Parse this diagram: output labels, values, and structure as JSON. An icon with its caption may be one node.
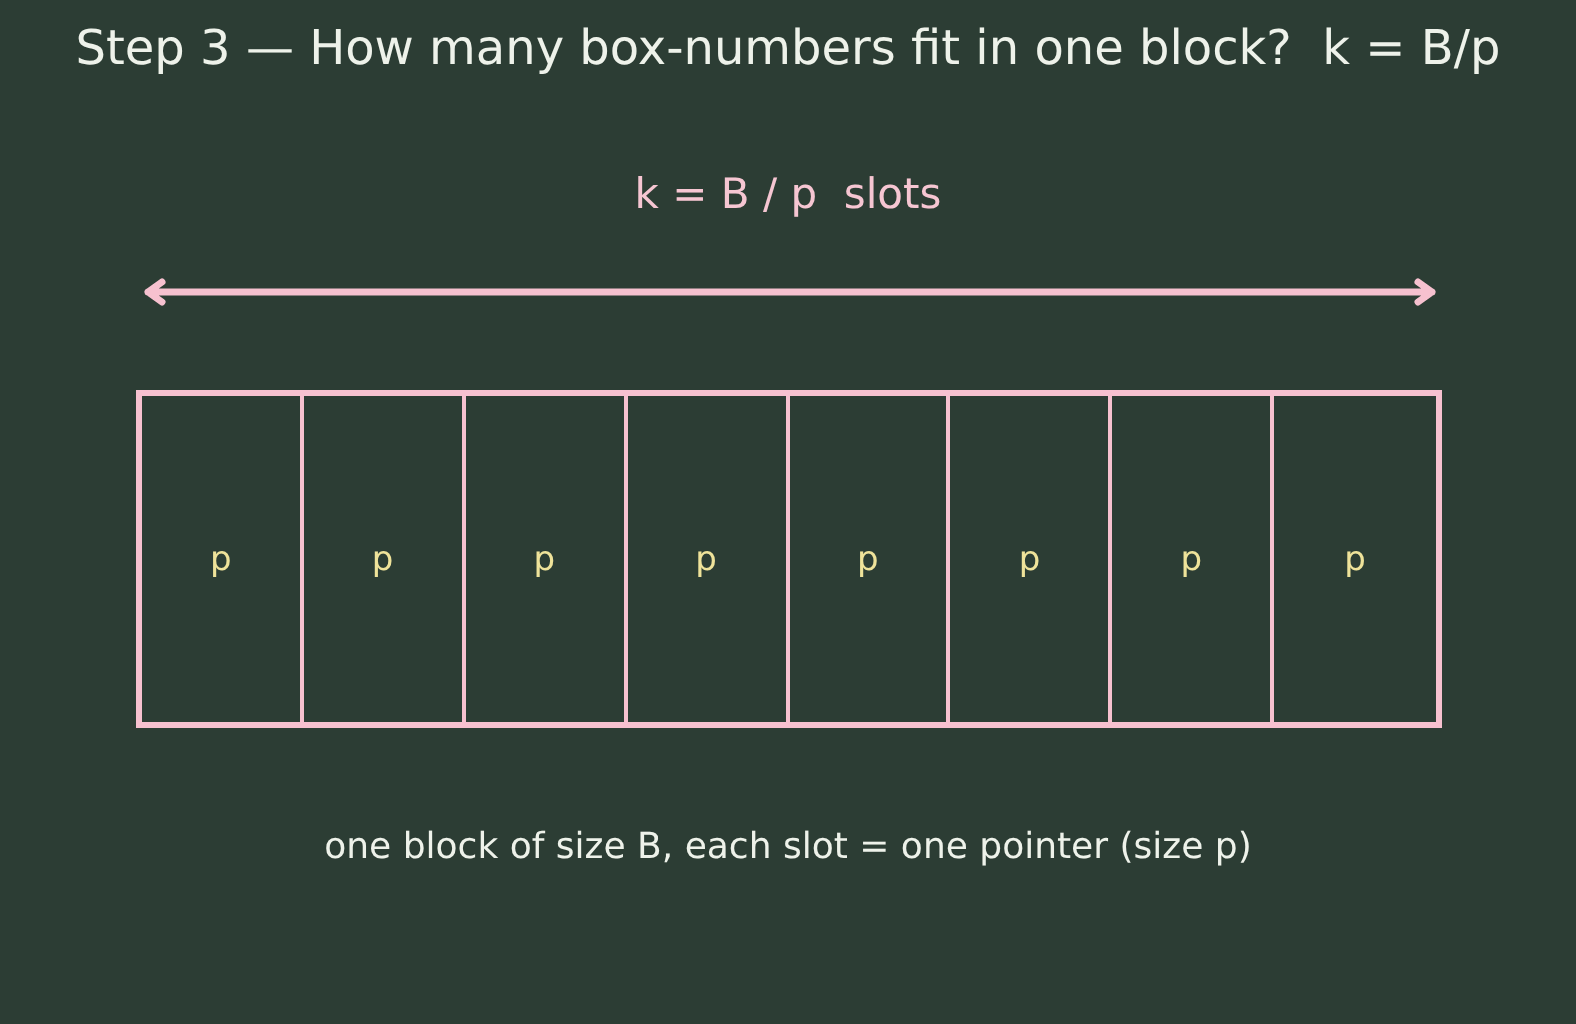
{
  "diagram": {
    "title": "Step 3 — How many box-numbers fit in one block?  k = B/p",
    "caption": "one block of size B, each slot = one pointer (size p)",
    "nodes": [
      {
        "text": [],
        "shape": "box"
      },
      {
        "text": [
          "p"
        ],
        "in": 0
      },
      {
        "text": [
          "p"
        ],
        "in": 0
      },
      {
        "text": [
          "p"
        ],
        "in": 0
      },
      {
        "text": [
          "p"
        ],
        "in": 0
      },
      {
        "text": [
          "p"
        ],
        "in": 0
      },
      {
        "text": [
          "p"
        ],
        "in": 0
      },
      {
        "text": [
          "p"
        ],
        "in": 0
      },
      {
        "text": [
          "p"
        ],
        "in": 0
      }
    ],
    "labels": [
      "k = B / p  slots"
    ]
  }
}
